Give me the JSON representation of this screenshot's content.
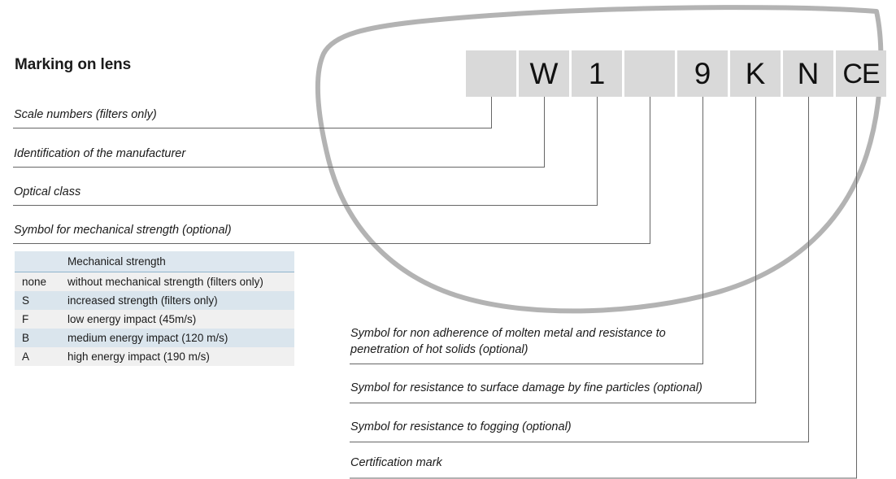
{
  "page": {
    "title": "Marking on lens",
    "accent_blue": "#dae5ed",
    "accent_gray": "#f0f0f0",
    "box_fill": "#d9d9d9",
    "lens_stroke": "#b3b3b3",
    "leader_stroke": "#555555"
  },
  "marking": {
    "boxes": [
      {
        "value": "",
        "name": "scale-number-box"
      },
      {
        "value": "W",
        "name": "manufacturer-box"
      },
      {
        "value": "1",
        "name": "optical-class-box"
      },
      {
        "value": "",
        "name": "mechanical-strength-box"
      },
      {
        "value": "9",
        "name": "molten-metal-box"
      },
      {
        "value": "K",
        "name": "surface-damage-box"
      },
      {
        "value": "N",
        "name": "fogging-box"
      },
      {
        "value": "CE",
        "name": "certification-mark-box"
      }
    ]
  },
  "left_labels": [
    {
      "text": "Scale numbers (filters only)"
    },
    {
      "text": "Identification of the manufacturer"
    },
    {
      "text": "Optical class"
    },
    {
      "text": "Symbol for mechanical strength (optional)"
    }
  ],
  "right_labels": [
    {
      "text": "Symbol for non adherence of molten metal and resistance to penetration of hot solids (optional)"
    },
    {
      "text": "Symbol for resistance to surface damage by fine particles (optional)"
    },
    {
      "text": "Symbol for resistance to fogging (optional)"
    },
    {
      "text": "Certification mark"
    }
  ],
  "table": {
    "header": {
      "code": "",
      "description": "Mechanical strength"
    },
    "rows": [
      {
        "code": "none",
        "description": "without mechanical strength (filters only)"
      },
      {
        "code": "S",
        "description": "increased strength (filters only)"
      },
      {
        "code": "F",
        "description": "low energy impact (45m/s)"
      },
      {
        "code": "B",
        "description": "medium energy impact (120 m/s)"
      },
      {
        "code": "A",
        "description": "high energy impact (190 m/s)"
      }
    ]
  }
}
